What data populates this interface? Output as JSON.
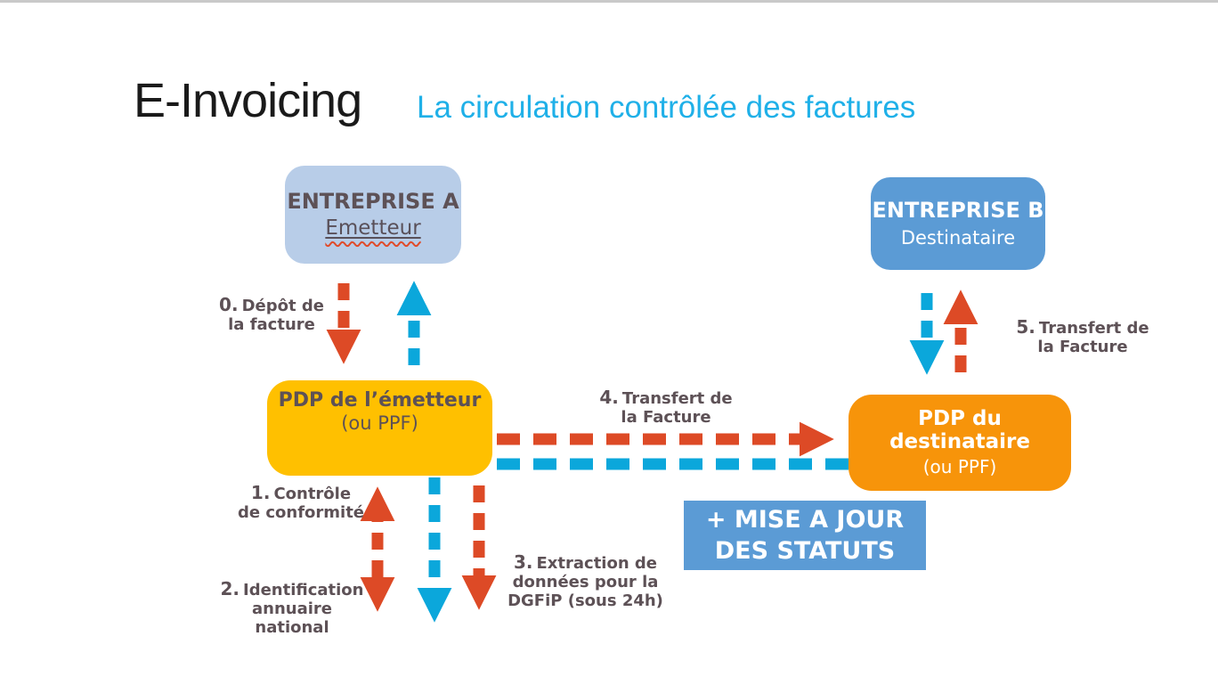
{
  "header": {
    "title": "E-Invoicing",
    "subtitle": "La circulation contrôlée des factures"
  },
  "boxes": {
    "entreprise_a": {
      "title": "ENTREPRISE A",
      "subtitle": "Emetteur"
    },
    "entreprise_b": {
      "title": "ENTREPRISE B",
      "subtitle": "Destinataire"
    },
    "pdp_emetteur": {
      "title": "PDP de l’émetteur",
      "subtitle": "(ou PPF)"
    },
    "pdp_destinataire": {
      "title": "PDP du destinataire",
      "subtitle": "(ou PPF)"
    },
    "statuts": {
      "line1": "+ MISE A JOUR",
      "line2": "DES STATUTS"
    }
  },
  "steps": {
    "s0": {
      "num": "0.",
      "line1": "Dépôt de",
      "line2": "la facture"
    },
    "s1": {
      "num": "1.",
      "line1": "Contrôle",
      "line2": "de conformité"
    },
    "s2": {
      "num": "2.",
      "line1": "Identification",
      "line2": "annuaire national"
    },
    "s3": {
      "num": "3.",
      "line1": "Extraction de",
      "line2": "données pour la",
      "line3": "DGFiP (sous 24h)"
    },
    "s4": {
      "num": "4.",
      "line1": "Transfert de",
      "line2": "la Facture"
    },
    "s5": {
      "num": "5.",
      "line1": "Transfert de",
      "line2": "la Facture"
    }
  },
  "arrows": [
    {
      "name": "depot-facture",
      "color": "red",
      "direction": "down",
      "from": "entreprise-a",
      "to": "pdp-emetteur"
    },
    {
      "name": "retour-vers-emetteur",
      "color": "cyan",
      "direction": "up",
      "from": "pdp-emetteur",
      "to": "entreprise-a"
    },
    {
      "name": "controle-conformite-identification",
      "color": "red",
      "direction": "up-down",
      "from": "pdp-emetteur",
      "to": "pdp-emetteur"
    },
    {
      "name": "flux-cyan-vers-bas",
      "color": "cyan",
      "direction": "down",
      "from": "pdp-emetteur",
      "to": ""
    },
    {
      "name": "extraction-dgfip",
      "color": "red",
      "direction": "down",
      "from": "pdp-emetteur",
      "to": ""
    },
    {
      "name": "transfert-facture",
      "color": "red",
      "direction": "right",
      "from": "pdp-emetteur",
      "to": "pdp-destinataire"
    },
    {
      "name": "retour-statuts",
      "color": "cyan",
      "direction": "left",
      "from": "pdp-destinataire",
      "to": "pdp-emetteur"
    },
    {
      "name": "livraison-vers-pdp-destinataire",
      "color": "cyan",
      "direction": "down",
      "from": "entreprise-b",
      "to": "pdp-destinataire"
    },
    {
      "name": "transfert-facture-destinataire",
      "color": "red",
      "direction": "up",
      "from": "pdp-destinataire",
      "to": "entreprise-b"
    }
  ],
  "colors": {
    "title_black": "#1a1a1a",
    "subtitle_cyan": "#1fb0e8",
    "arrow_red": "#dd4a26",
    "arrow_cyan": "#0ba7db",
    "box_light_blue": "#b8cde8",
    "box_blue": "#5b9bd5",
    "box_yellow": "#ffc000",
    "box_orange": "#f7940a",
    "dark_text": "#5d5156",
    "spellcheck_wavy_red": "#e04b2a",
    "window_top_border": "#c9c9c9"
  }
}
